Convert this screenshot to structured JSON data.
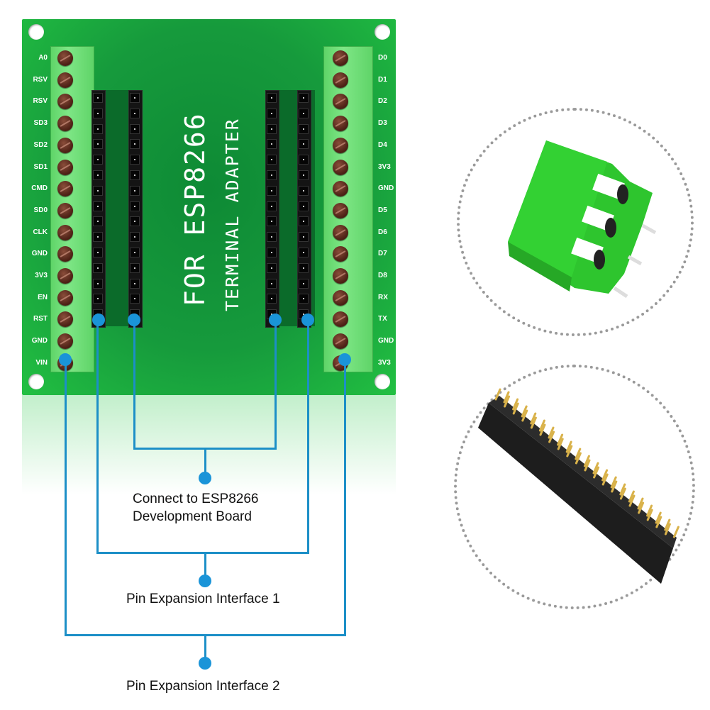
{
  "board": {
    "title_line1": "FOR ESP8266",
    "title_line2": "TERMINAL ADAPTER",
    "color": "#169a3c",
    "left_pins": [
      "A0",
      "RSV",
      "RSV",
      "SD3",
      "SD2",
      "SD1",
      "CMD",
      "SD0",
      "CLK",
      "GND",
      "3V3",
      "EN",
      "RST",
      "GND",
      "VIN"
    ],
    "right_pins": [
      "D0",
      "D1",
      "D2",
      "D3",
      "D4",
      "3V3",
      "GND",
      "D5",
      "D6",
      "D7",
      "D8",
      "RX",
      "TX",
      "GND",
      "3V3"
    ]
  },
  "callouts": {
    "accent_color": "#1a94d8",
    "connect": {
      "line1": "Connect to ESP8266",
      "line2": "Development Board"
    },
    "interface1": "Pin Expansion Interface 1",
    "interface2": "Pin Expansion Interface 2"
  },
  "insets": [
    {
      "name": "3-pin green screw terminal block"
    },
    {
      "name": "2x20 female pin header"
    }
  ]
}
